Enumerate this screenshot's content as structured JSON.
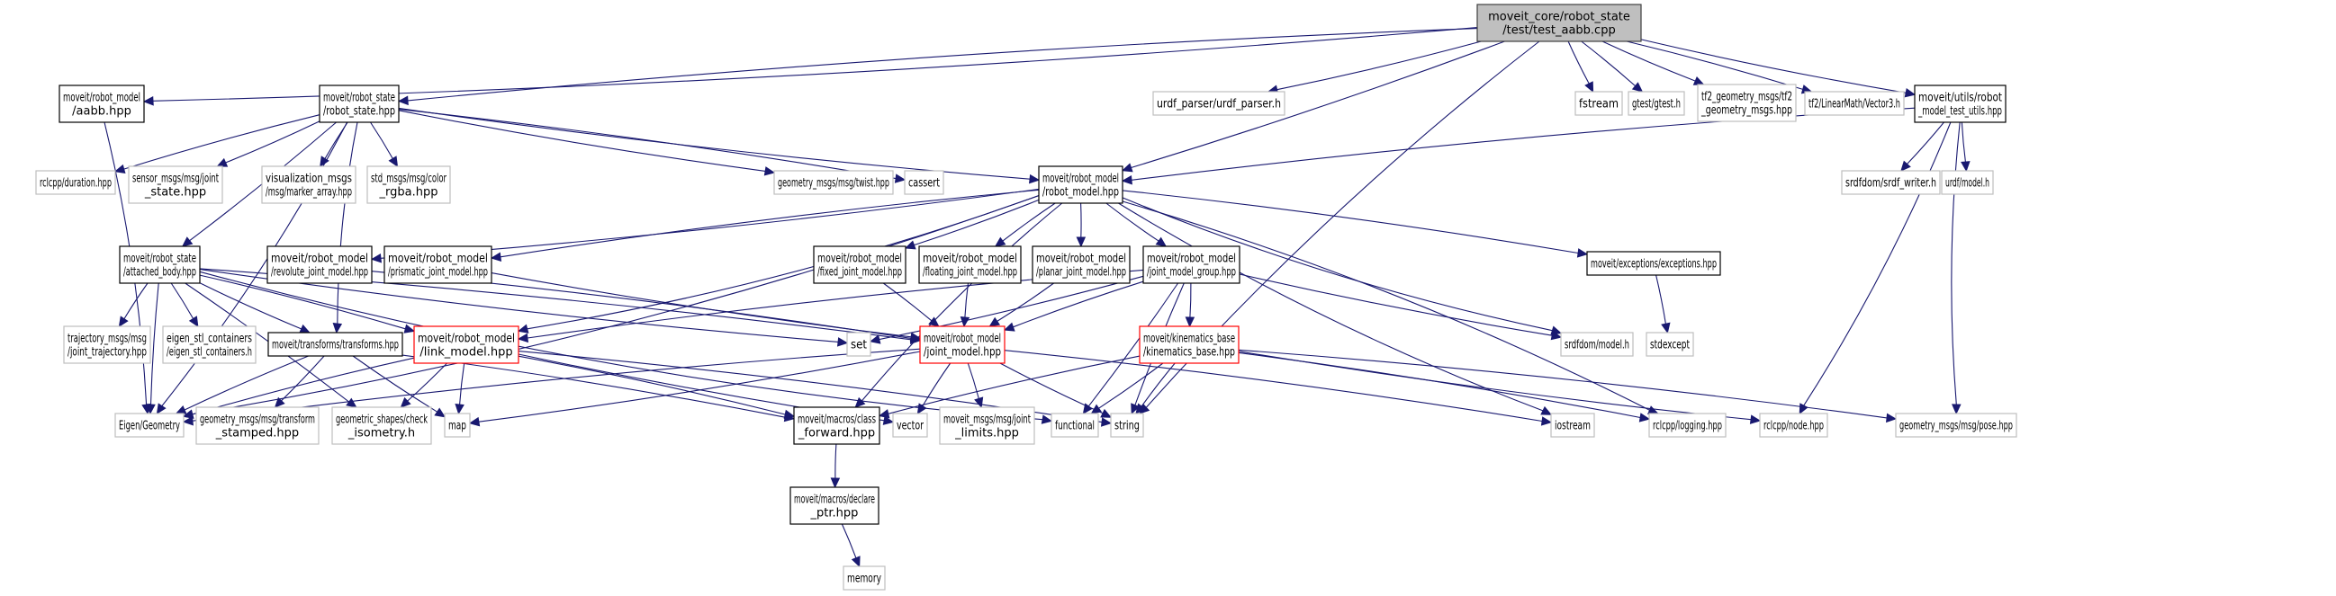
{
  "title": "moveit_core/robot_state/test/test_aabb.cpp include dependency graph",
  "colors": {
    "edge": "#191970",
    "root_fill": "#bfbfbf",
    "documented_border": "#000000",
    "external_border": "#bfbfbf",
    "truncated_border": "#ff0000"
  },
  "nodes": [
    {
      "id": "root",
      "kind": "root",
      "lines": [
        "moveit_core/robot_state",
        "/test/test_aabb.cpp"
      ]
    },
    {
      "id": "aabb",
      "kind": "doc",
      "lines": [
        "moveit/robot_model",
        "/aabb.hpp"
      ]
    },
    {
      "id": "robot_state",
      "kind": "doc",
      "lines": [
        "moveit/robot_state",
        "/robot_state.hpp"
      ]
    },
    {
      "id": "urdf_parser",
      "kind": "ext",
      "lines": [
        "urdf_parser/urdf_parser.h"
      ]
    },
    {
      "id": "fstream",
      "kind": "ext",
      "lines": [
        "fstream"
      ]
    },
    {
      "id": "gtest",
      "kind": "ext",
      "lines": [
        "gtest/gtest.h"
      ]
    },
    {
      "id": "tf2_geom",
      "kind": "ext",
      "lines": [
        "tf2_geometry_msgs/tf2",
        "_geometry_msgs.hpp"
      ]
    },
    {
      "id": "vector3",
      "kind": "ext",
      "lines": [
        "tf2/LinearMath/Vector3.h"
      ]
    },
    {
      "id": "test_utils",
      "kind": "doc",
      "lines": [
        "moveit/utils/robot",
        "_model_test_utils.hpp"
      ]
    },
    {
      "id": "duration",
      "kind": "ext",
      "lines": [
        "rclcpp/duration.hpp"
      ]
    },
    {
      "id": "joint_state",
      "kind": "ext",
      "lines": [
        "sensor_msgs/msg/joint",
        "_state.hpp"
      ]
    },
    {
      "id": "marker_array",
      "kind": "ext",
      "lines": [
        "visualization_msgs",
        "/msg/marker_array.hpp"
      ]
    },
    {
      "id": "color_rgba",
      "kind": "ext",
      "lines": [
        "std_msgs/msg/color",
        "_rgba.hpp"
      ]
    },
    {
      "id": "twist",
      "kind": "ext",
      "lines": [
        "geometry_msgs/msg/twist.hpp"
      ]
    },
    {
      "id": "cassert",
      "kind": "ext",
      "lines": [
        "cassert"
      ]
    },
    {
      "id": "robot_model",
      "kind": "doc",
      "lines": [
        "moveit/robot_model",
        "/robot_model.hpp"
      ]
    },
    {
      "id": "srdf_writer",
      "kind": "ext",
      "lines": [
        "srdfdom/srdf_writer.h"
      ]
    },
    {
      "id": "urdf_model",
      "kind": "ext",
      "lines": [
        "urdf/model.h"
      ]
    },
    {
      "id": "attached_body",
      "kind": "doc",
      "lines": [
        "moveit/robot_state",
        "/attached_body.hpp"
      ]
    },
    {
      "id": "revolute",
      "kind": "doc",
      "lines": [
        "moveit/robot_model",
        "/revolute_joint_model.hpp"
      ]
    },
    {
      "id": "prismatic",
      "kind": "doc",
      "lines": [
        "moveit/robot_model",
        "/prismatic_joint_model.hpp"
      ]
    },
    {
      "id": "fixed",
      "kind": "doc",
      "lines": [
        "moveit/robot_model",
        "/fixed_joint_model.hpp"
      ]
    },
    {
      "id": "floating",
      "kind": "doc",
      "lines": [
        "moveit/robot_model",
        "/floating_joint_model.hpp"
      ]
    },
    {
      "id": "planar",
      "kind": "doc",
      "lines": [
        "moveit/robot_model",
        "/planar_joint_model.hpp"
      ]
    },
    {
      "id": "jmg",
      "kind": "doc",
      "lines": [
        "moveit/robot_model",
        "/joint_model_group.hpp"
      ]
    },
    {
      "id": "exceptions",
      "kind": "doc",
      "lines": [
        "moveit/exceptions/exceptions.hpp"
      ]
    },
    {
      "id": "traj",
      "kind": "ext",
      "lines": [
        "trajectory_msgs/msg",
        "/joint_trajectory.hpp"
      ]
    },
    {
      "id": "eigen_stl",
      "kind": "ext",
      "lines": [
        "eigen_stl_containers",
        "/eigen_stl_containers.h"
      ]
    },
    {
      "id": "transforms",
      "kind": "doc",
      "lines": [
        "moveit/transforms/transforms.hpp"
      ]
    },
    {
      "id": "link_model",
      "kind": "red",
      "lines": [
        "moveit/robot_model",
        "/link_model.hpp"
      ]
    },
    {
      "id": "set",
      "kind": "ext",
      "lines": [
        "set"
      ]
    },
    {
      "id": "joint_model",
      "kind": "red",
      "lines": [
        "moveit/robot_model",
        "/joint_model.hpp"
      ]
    },
    {
      "id": "kin_base",
      "kind": "red",
      "lines": [
        "moveit/kinematics_base",
        "/kinematics_base.hpp"
      ]
    },
    {
      "id": "srdf_model",
      "kind": "ext",
      "lines": [
        "srdfdom/model.h"
      ]
    },
    {
      "id": "stdexcept",
      "kind": "ext",
      "lines": [
        "stdexcept"
      ]
    },
    {
      "id": "eigen_geom",
      "kind": "ext",
      "lines": [
        "Eigen/Geometry"
      ]
    },
    {
      "id": "tf_stamped",
      "kind": "ext",
      "lines": [
        "geometry_msgs/msg/transform",
        "_stamped.hpp"
      ]
    },
    {
      "id": "check_iso",
      "kind": "ext",
      "lines": [
        "geometric_shapes/check",
        "_isometry.h"
      ]
    },
    {
      "id": "map",
      "kind": "ext",
      "lines": [
        "map"
      ]
    },
    {
      "id": "class_fwd",
      "kind": "doc",
      "lines": [
        "moveit/macros/class",
        "_forward.hpp"
      ]
    },
    {
      "id": "vector",
      "kind": "ext",
      "lines": [
        "vector"
      ]
    },
    {
      "id": "joint_limits",
      "kind": "ext",
      "lines": [
        "moveit_msgs/msg/joint",
        "_limits.hpp"
      ]
    },
    {
      "id": "functional",
      "kind": "ext",
      "lines": [
        "functional"
      ]
    },
    {
      "id": "string",
      "kind": "ext",
      "lines": [
        "string"
      ]
    },
    {
      "id": "iostream",
      "kind": "ext",
      "lines": [
        "iostream"
      ]
    },
    {
      "id": "logging",
      "kind": "ext",
      "lines": [
        "rclcpp/logging.hpp"
      ]
    },
    {
      "id": "node",
      "kind": "ext",
      "lines": [
        "rclcpp/node.hpp"
      ]
    },
    {
      "id": "pose",
      "kind": "ext",
      "lines": [
        "geometry_msgs/msg/pose.hpp"
      ]
    },
    {
      "id": "declare_ptr",
      "kind": "doc",
      "lines": [
        "moveit/macros/declare",
        "_ptr.hpp"
      ]
    },
    {
      "id": "memory",
      "kind": "ext",
      "lines": [
        "memory"
      ]
    }
  ],
  "edges": [
    [
      "root",
      "aabb"
    ],
    [
      "root",
      "robot_state"
    ],
    [
      "root",
      "urdf_parser"
    ],
    [
      "root",
      "fstream"
    ],
    [
      "root",
      "gtest"
    ],
    [
      "root",
      "tf2_geom"
    ],
    [
      "root",
      "vector3"
    ],
    [
      "root",
      "test_utils"
    ],
    [
      "root",
      "robot_model"
    ],
    [
      "root",
      "string"
    ],
    [
      "aabb",
      "eigen_geom"
    ],
    [
      "robot_state",
      "duration"
    ],
    [
      "robot_state",
      "joint_state"
    ],
    [
      "robot_state",
      "marker_array"
    ],
    [
      "robot_state",
      "color_rgba"
    ],
    [
      "robot_state",
      "twist"
    ],
    [
      "robot_state",
      "cassert"
    ],
    [
      "robot_state",
      "robot_model"
    ],
    [
      "robot_state",
      "attached_body"
    ],
    [
      "robot_state",
      "transforms"
    ],
    [
      "robot_state",
      "eigen_geom"
    ],
    [
      "test_utils",
      "robot_model"
    ],
    [
      "test_utils",
      "srdf_writer"
    ],
    [
      "test_utils",
      "urdf_model"
    ],
    [
      "test_utils",
      "node"
    ],
    [
      "test_utils",
      "pose"
    ],
    [
      "robot_model",
      "revolute"
    ],
    [
      "robot_model",
      "prismatic"
    ],
    [
      "robot_model",
      "fixed"
    ],
    [
      "robot_model",
      "floating"
    ],
    [
      "robot_model",
      "planar"
    ],
    [
      "robot_model",
      "jmg"
    ],
    [
      "robot_model",
      "exceptions"
    ],
    [
      "robot_model",
      "srdf_model"
    ],
    [
      "robot_model",
      "link_model"
    ],
    [
      "robot_model",
      "class_fwd"
    ],
    [
      "robot_model",
      "eigen_geom"
    ],
    [
      "robot_model",
      "iostream"
    ],
    [
      "robot_model",
      "logging"
    ],
    [
      "attached_body",
      "traj"
    ],
    [
      "attached_body",
      "eigen_stl"
    ],
    [
      "attached_body",
      "transforms"
    ],
    [
      "attached_body",
      "link_model"
    ],
    [
      "attached_body",
      "set"
    ],
    [
      "attached_body",
      "joint_model"
    ],
    [
      "attached_body",
      "functional"
    ],
    [
      "attached_body",
      "check_iso"
    ],
    [
      "attached_body",
      "eigen_geom"
    ],
    [
      "revolute",
      "joint_model"
    ],
    [
      "prismatic",
      "joint_model"
    ],
    [
      "fixed",
      "joint_model"
    ],
    [
      "floating",
      "joint_model"
    ],
    [
      "planar",
      "joint_model"
    ],
    [
      "jmg",
      "joint_model"
    ],
    [
      "jmg",
      "kin_base"
    ],
    [
      "jmg",
      "srdf_model"
    ],
    [
      "jmg",
      "set"
    ],
    [
      "jmg",
      "link_model"
    ],
    [
      "jmg",
      "functional"
    ],
    [
      "jmg",
      "string"
    ],
    [
      "exceptions",
      "stdexcept"
    ],
    [
      "transforms",
      "eigen_geom"
    ],
    [
      "transforms",
      "tf_stamped"
    ],
    [
      "transforms",
      "map"
    ],
    [
      "transforms",
      "class_fwd"
    ],
    [
      "link_model",
      "eigen_geom"
    ],
    [
      "link_model",
      "check_iso"
    ],
    [
      "link_model",
      "map"
    ],
    [
      "link_model",
      "class_fwd"
    ],
    [
      "link_model",
      "vector"
    ],
    [
      "link_model",
      "string"
    ],
    [
      "joint_model",
      "eigen_geom"
    ],
    [
      "joint_model",
      "map"
    ],
    [
      "joint_model",
      "vector"
    ],
    [
      "joint_model",
      "joint_limits"
    ],
    [
      "joint_model",
      "string"
    ],
    [
      "joint_model",
      "iostream"
    ],
    [
      "kin_base",
      "class_fwd"
    ],
    [
      "kin_base",
      "functional"
    ],
    [
      "kin_base",
      "string"
    ],
    [
      "kin_base",
      "logging"
    ],
    [
      "kin_base",
      "node"
    ],
    [
      "kin_base",
      "pose"
    ],
    [
      "class_fwd",
      "declare_ptr"
    ],
    [
      "declare_ptr",
      "memory"
    ]
  ]
}
